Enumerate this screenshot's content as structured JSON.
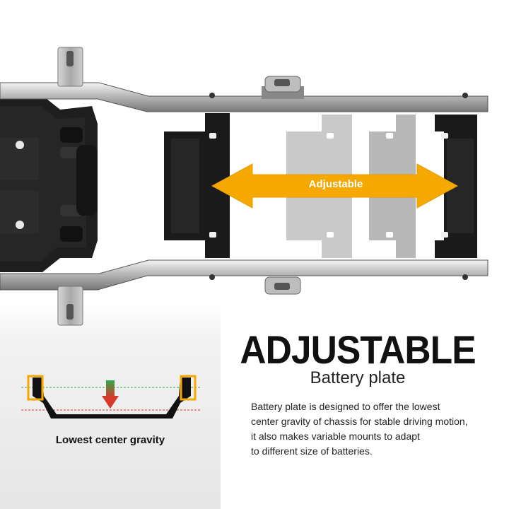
{
  "banner": {
    "arrow_label": "Adjustable",
    "heading": "ADJUSTABLE",
    "subheading": "Battery plate",
    "description_lines": [
      "Battery plate is designed to offer the lowest",
      "center gravity of chassis for stable driving motion,",
      "it also makes variable mounts to adapt",
      "to different size of batteries."
    ]
  },
  "diagram": {
    "label": "Lowest center gravity"
  },
  "colors": {
    "accent": "#F5A800",
    "arrow_green": "#2FA84F",
    "arrow_red": "#D63A2A",
    "plate_black": "#1a1a1a"
  }
}
